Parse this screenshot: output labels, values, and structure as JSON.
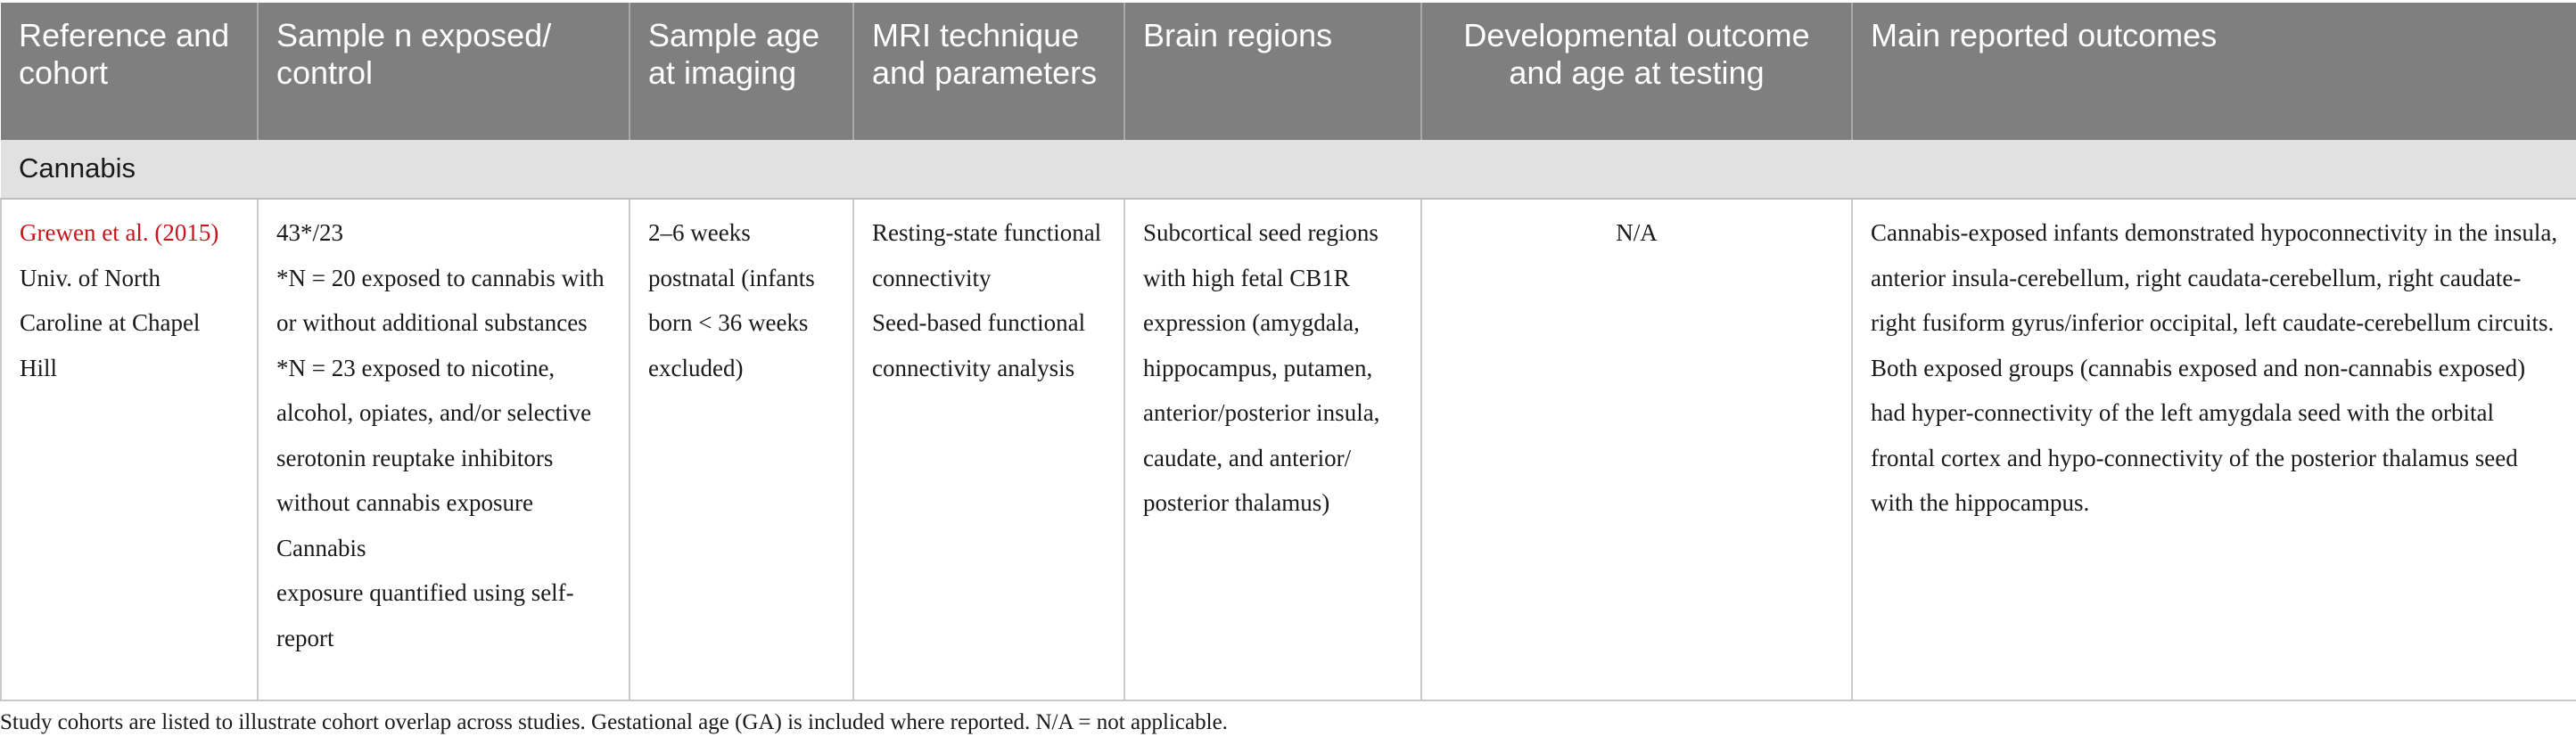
{
  "headers": [
    "Reference and cohort",
    "Sample n exposed/ control",
    "Sample age at imaging",
    "MRI technique and parameters",
    "Brain regions",
    "Developmental outcome and age at testing",
    "Main reported outcomes"
  ],
  "section_label": "Cannabis",
  "row": {
    "reference": "Grewen et al. (2015)",
    "cohort": "Univ. of North Caroline at Chapel Hill",
    "sample_n": "43*/23",
    "sample_n_detail_1": "*N = 20 exposed to cannabis with or without additional substances",
    "sample_n_detail_2": "*N = 23 exposed to nicotine, alcohol, opiates, and/or selective serotonin reuptake inhibitors without cannabis exposure",
    "sample_n_detail_3": "Cannabis",
    "sample_n_detail_4": "exposure quantified using self-report",
    "sample_age": "2–6 weeks postnatal (infants born < 36 weeks excluded)",
    "mri_1": "Resting-state functional connectivity",
    "mri_2": "Seed-based functional connectivity analysis",
    "brain_regions": "Subcortical seed regions with high fetal CB1R expression (amygdala, hippocampus, putamen, anterior/posterior insula, caudate, and anterior/ posterior thalamus)",
    "developmental_outcome": "N/A",
    "outcomes_1": "Cannabis-exposed infants demonstrated hypoconnectivity in the insula, anterior insula-cerebellum, right caudata-cerebellum, right caudate-right fusiform gyrus/inferior occipital, left caudate-cerebellum circuits.",
    "outcomes_2": "Both exposed groups (cannabis exposed and non-cannabis exposed) had hyper-connectivity of the left amygdala seed with the orbital frontal cortex and hypo-connectivity of the posterior thalamus seed with the hippocampus."
  },
  "footnote": "Study cohorts are listed to illustrate cohort overlap across studies. Gestational age (GA) is included where reported. N/A = not applicable.",
  "colors": {
    "header_bg": "#7f7f7f",
    "section_bg": "#e1e1e1",
    "reference_link": "#c4161c"
  }
}
